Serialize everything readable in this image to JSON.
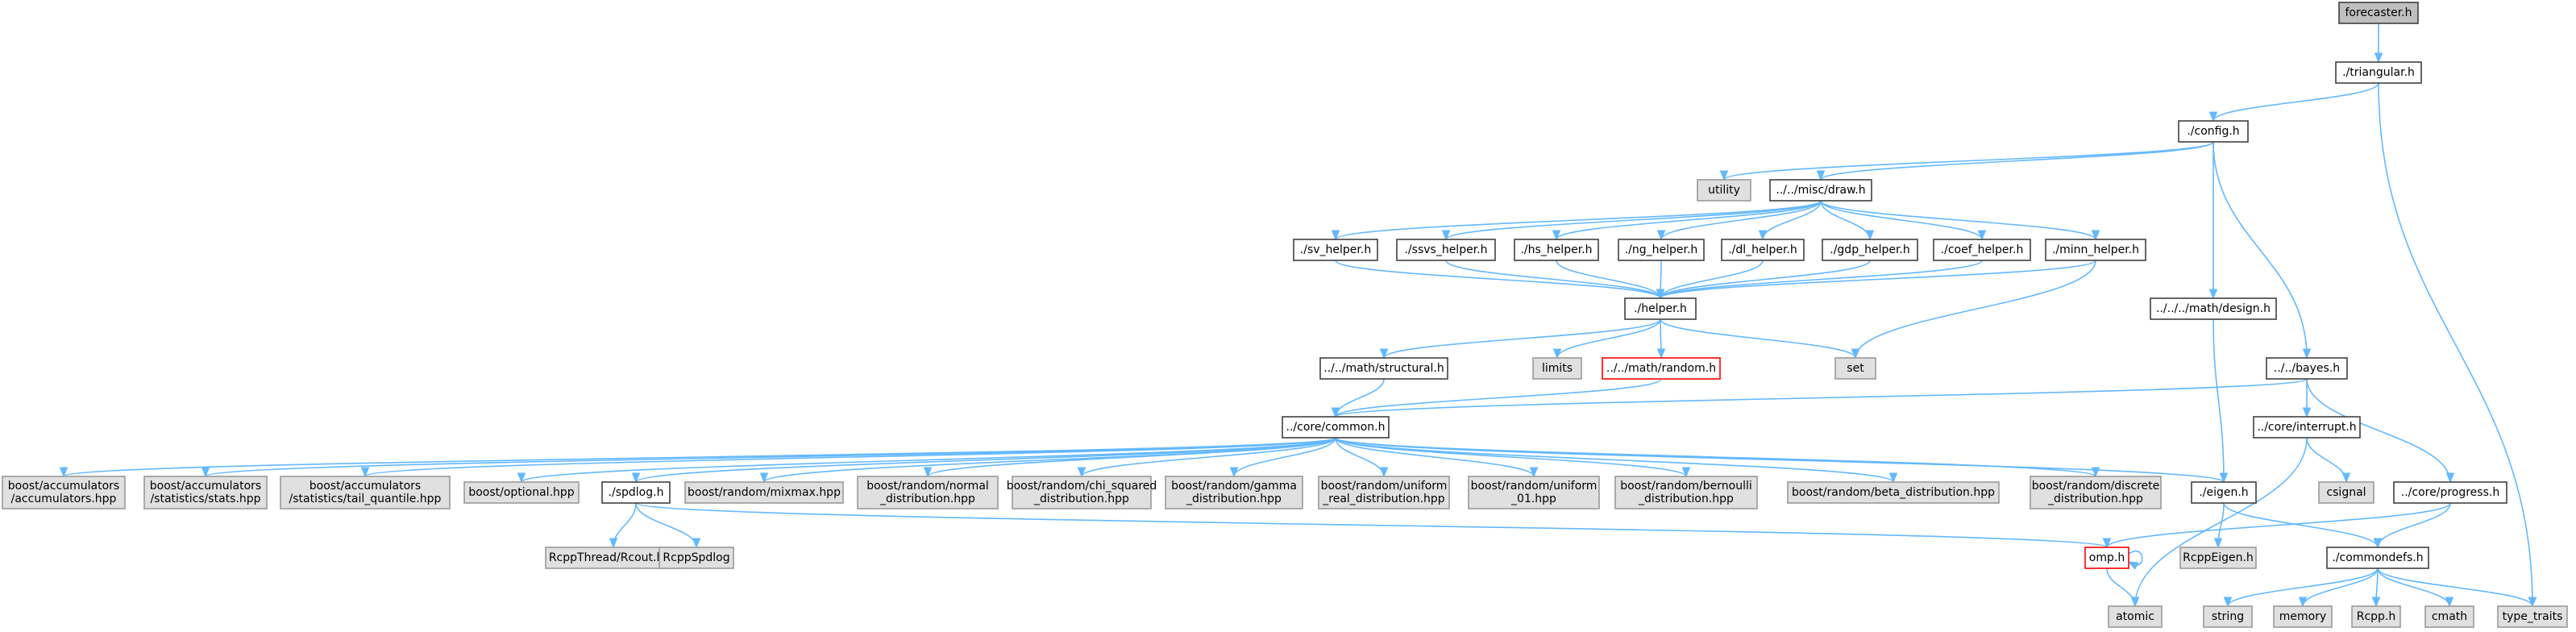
{
  "graph": {
    "colors": {
      "edge": "#63b8ff",
      "node_border": "#404040",
      "node_fill": "#ffffff",
      "system_fill": "#e0e0e0",
      "system_border": "#999999",
      "root_fill": "#bfbfbf",
      "missing_border": "#ff0000"
    },
    "nodes": [
      {
        "id": "forecaster",
        "lines": [
          "forecaster.h"
        ],
        "style": "root"
      },
      {
        "id": "triangular",
        "lines": [
          "./triangular.h"
        ],
        "style": "normal"
      },
      {
        "id": "config",
        "lines": [
          "./config.h"
        ],
        "style": "normal"
      },
      {
        "id": "utility",
        "lines": [
          "utility"
        ],
        "style": "system"
      },
      {
        "id": "draw",
        "lines": [
          "../../misc/draw.h"
        ],
        "style": "normal"
      },
      {
        "id": "sv_helper",
        "lines": [
          "./sv_helper.h"
        ],
        "style": "normal"
      },
      {
        "id": "ssvs_helper",
        "lines": [
          "./ssvs_helper.h"
        ],
        "style": "normal"
      },
      {
        "id": "hs_helper",
        "lines": [
          "./hs_helper.h"
        ],
        "style": "normal"
      },
      {
        "id": "ng_helper",
        "lines": [
          "./ng_helper.h"
        ],
        "style": "normal"
      },
      {
        "id": "dl_helper",
        "lines": [
          "./dl_helper.h"
        ],
        "style": "normal"
      },
      {
        "id": "gdp_helper",
        "lines": [
          "./gdp_helper.h"
        ],
        "style": "normal"
      },
      {
        "id": "coef_helper",
        "lines": [
          "./coef_helper.h"
        ],
        "style": "normal"
      },
      {
        "id": "minn_helper",
        "lines": [
          "./minn_helper.h"
        ],
        "style": "normal"
      },
      {
        "id": "helper",
        "lines": [
          "./helper.h"
        ],
        "style": "normal"
      },
      {
        "id": "design",
        "lines": [
          "../../../math/design.h"
        ],
        "style": "normal"
      },
      {
        "id": "structural",
        "lines": [
          "../../math/structural.h"
        ],
        "style": "normal"
      },
      {
        "id": "limits",
        "lines": [
          "limits"
        ],
        "style": "system"
      },
      {
        "id": "random",
        "lines": [
          "../../math/random.h"
        ],
        "style": "missing"
      },
      {
        "id": "set",
        "lines": [
          "set"
        ],
        "style": "system"
      },
      {
        "id": "bayes",
        "lines": [
          "../../bayes.h"
        ],
        "style": "normal"
      },
      {
        "id": "common",
        "lines": [
          "../core/common.h"
        ],
        "style": "normal"
      },
      {
        "id": "interrupt",
        "lines": [
          "../core/interrupt.h"
        ],
        "style": "normal"
      },
      {
        "id": "acc",
        "lines": [
          "boost/accumulators",
          "/accumulators.hpp"
        ],
        "style": "system"
      },
      {
        "id": "stats",
        "lines": [
          "boost/accumulators",
          "/statistics/stats.hpp"
        ],
        "style": "system"
      },
      {
        "id": "tailq",
        "lines": [
          "boost/accumulators",
          "/statistics/tail_quantile.hpp"
        ],
        "style": "system"
      },
      {
        "id": "optional",
        "lines": [
          "boost/optional.hpp"
        ],
        "style": "system"
      },
      {
        "id": "spdlog",
        "lines": [
          "./spdlog.h"
        ],
        "style": "normal"
      },
      {
        "id": "mixmax",
        "lines": [
          "boost/random/mixmax.hpp"
        ],
        "style": "system"
      },
      {
        "id": "normal",
        "lines": [
          "boost/random/normal",
          "_distribution.hpp"
        ],
        "style": "system"
      },
      {
        "id": "chisq",
        "lines": [
          "boost/random/chi_squared",
          "_distribution.hpp"
        ],
        "style": "system"
      },
      {
        "id": "gamma",
        "lines": [
          "boost/random/gamma",
          "_distribution.hpp"
        ],
        "style": "system"
      },
      {
        "id": "unif_real",
        "lines": [
          "boost/random/uniform",
          "_real_distribution.hpp"
        ],
        "style": "system"
      },
      {
        "id": "unif01",
        "lines": [
          "boost/random/uniform",
          "_01.hpp"
        ],
        "style": "system"
      },
      {
        "id": "bern",
        "lines": [
          "boost/random/bernoulli",
          "_distribution.hpp"
        ],
        "style": "system"
      },
      {
        "id": "beta",
        "lines": [
          "boost/random/beta_distribution.hpp"
        ],
        "style": "system"
      },
      {
        "id": "discrete",
        "lines": [
          "boost/random/discrete",
          "_distribution.hpp"
        ],
        "style": "system"
      },
      {
        "id": "eigen",
        "lines": [
          "./eigen.h"
        ],
        "style": "normal"
      },
      {
        "id": "csignal",
        "lines": [
          "csignal"
        ],
        "style": "system"
      },
      {
        "id": "progress",
        "lines": [
          "../core/progress.h"
        ],
        "style": "normal"
      },
      {
        "id": "rcout",
        "lines": [
          "RcppThread/Rcout.hpp"
        ],
        "style": "system"
      },
      {
        "id": "rcppspdlog",
        "lines": [
          "RcppSpdlog"
        ],
        "style": "system"
      },
      {
        "id": "omp",
        "lines": [
          "omp.h"
        ],
        "style": "missing"
      },
      {
        "id": "rcppeigen",
        "lines": [
          "RcppEigen.h"
        ],
        "style": "system"
      },
      {
        "id": "commondefs",
        "lines": [
          "./commondefs.h"
        ],
        "style": "normal"
      },
      {
        "id": "atomic",
        "lines": [
          "atomic"
        ],
        "style": "system"
      },
      {
        "id": "string",
        "lines": [
          "string"
        ],
        "style": "system"
      },
      {
        "id": "memory",
        "lines": [
          "memory"
        ],
        "style": "system"
      },
      {
        "id": "rcpph",
        "lines": [
          "Rcpp.h"
        ],
        "style": "system"
      },
      {
        "id": "cmath",
        "lines": [
          "cmath"
        ],
        "style": "system"
      },
      {
        "id": "type_traits",
        "lines": [
          "type_traits"
        ],
        "style": "system"
      }
    ],
    "edges": [
      [
        "forecaster",
        "triangular"
      ],
      [
        "triangular",
        "config"
      ],
      [
        "triangular",
        "type_traits"
      ],
      [
        "config",
        "utility"
      ],
      [
        "config",
        "draw"
      ],
      [
        "config",
        "design"
      ],
      [
        "config",
        "bayes"
      ],
      [
        "draw",
        "sv_helper"
      ],
      [
        "draw",
        "ssvs_helper"
      ],
      [
        "draw",
        "hs_helper"
      ],
      [
        "draw",
        "ng_helper"
      ],
      [
        "draw",
        "dl_helper"
      ],
      [
        "draw",
        "gdp_helper"
      ],
      [
        "draw",
        "coef_helper"
      ],
      [
        "draw",
        "minn_helper"
      ],
      [
        "sv_helper",
        "helper"
      ],
      [
        "ssvs_helper",
        "helper"
      ],
      [
        "hs_helper",
        "helper"
      ],
      [
        "ng_helper",
        "helper"
      ],
      [
        "dl_helper",
        "helper"
      ],
      [
        "gdp_helper",
        "helper"
      ],
      [
        "coef_helper",
        "helper"
      ],
      [
        "minn_helper",
        "helper"
      ],
      [
        "minn_helper",
        "set"
      ],
      [
        "helper",
        "structural"
      ],
      [
        "helper",
        "limits"
      ],
      [
        "helper",
        "random"
      ],
      [
        "helper",
        "set"
      ],
      [
        "design",
        "eigen"
      ],
      [
        "structural",
        "common"
      ],
      [
        "random",
        "common"
      ],
      [
        "bayes",
        "common"
      ],
      [
        "bayes",
        "interrupt"
      ],
      [
        "bayes",
        "progress"
      ],
      [
        "common",
        "acc"
      ],
      [
        "common",
        "stats"
      ],
      [
        "common",
        "tailq"
      ],
      [
        "common",
        "optional"
      ],
      [
        "common",
        "spdlog"
      ],
      [
        "common",
        "mixmax"
      ],
      [
        "common",
        "normal"
      ],
      [
        "common",
        "chisq"
      ],
      [
        "common",
        "gamma"
      ],
      [
        "common",
        "unif_real"
      ],
      [
        "common",
        "unif01"
      ],
      [
        "common",
        "bern"
      ],
      [
        "common",
        "beta"
      ],
      [
        "common",
        "discrete"
      ],
      [
        "common",
        "eigen"
      ],
      [
        "interrupt",
        "csignal"
      ],
      [
        "interrupt",
        "atomic"
      ],
      [
        "progress",
        "omp"
      ],
      [
        "progress",
        "commondefs"
      ],
      [
        "spdlog",
        "rcout"
      ],
      [
        "spdlog",
        "rcppspdlog"
      ],
      [
        "spdlog",
        "omp"
      ],
      [
        "eigen",
        "rcppeigen"
      ],
      [
        "eigen",
        "commondefs"
      ],
      [
        "omp",
        "omp"
      ],
      [
        "omp",
        "atomic"
      ],
      [
        "commondefs",
        "string"
      ],
      [
        "commondefs",
        "memory"
      ],
      [
        "commondefs",
        "rcpph"
      ],
      [
        "commondefs",
        "cmath"
      ],
      [
        "commondefs",
        "type_traits"
      ]
    ]
  }
}
